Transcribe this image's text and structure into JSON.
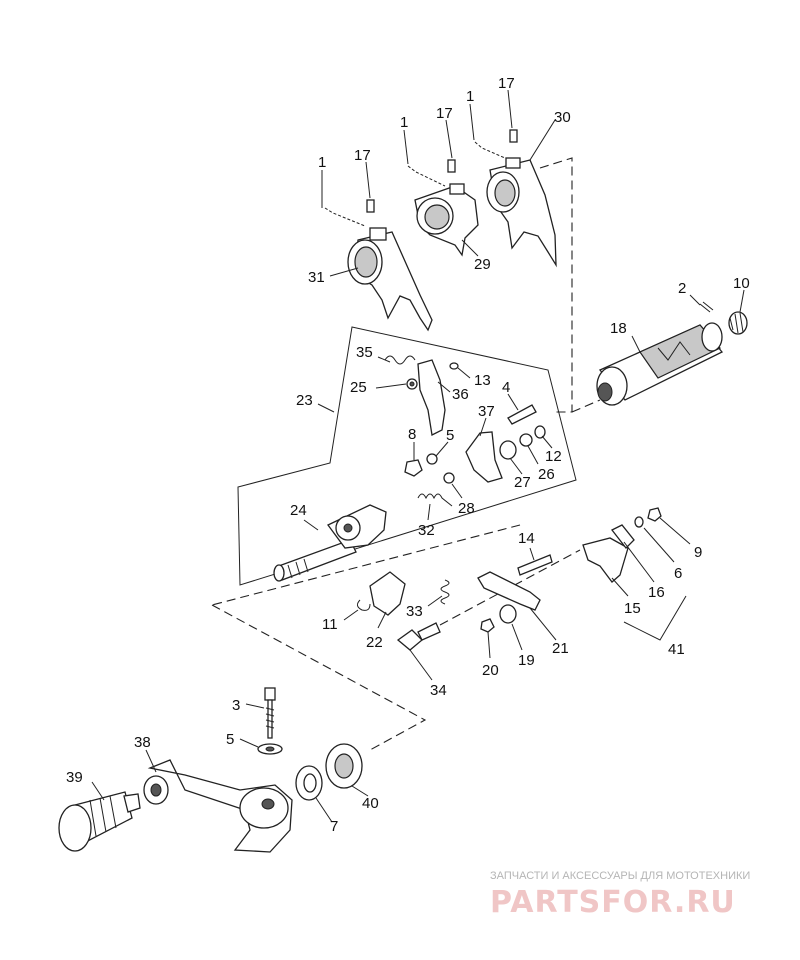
{
  "diagram": {
    "labels": {
      "p1a": "1",
      "p1b": "1",
      "p1c": "1",
      "p17a": "17",
      "p17b": "17",
      "p17c": "17",
      "p30": "30",
      "p31": "31",
      "p29": "29",
      "p2": "2",
      "p10": "10",
      "p18": "18",
      "p35": "35",
      "p25": "25",
      "p23": "23",
      "p36": "36",
      "p13": "13",
      "p4": "4",
      "p37": "37",
      "p8": "8",
      "p5a": "5",
      "p12": "12",
      "p26": "26",
      "p27": "27",
      "p28": "28",
      "p24": "24",
      "p32": "32",
      "p14": "14",
      "p9": "9",
      "p6": "6",
      "p16": "16",
      "p15": "15",
      "p41": "41",
      "p11": "11",
      "p22": "22",
      "p33": "33",
      "p21": "21",
      "p19": "19",
      "p20": "20",
      "p34": "34",
      "p3": "3",
      "p38": "38",
      "p5b": "5",
      "p39": "39",
      "p7": "7",
      "p40": "40"
    }
  },
  "watermark": {
    "tagline": "ЗАПЧАСТИ И АКСЕССУАРЫ ДЛЯ МОТОТЕХНИКИ",
    "logo": "PARTSFOR.RU"
  }
}
